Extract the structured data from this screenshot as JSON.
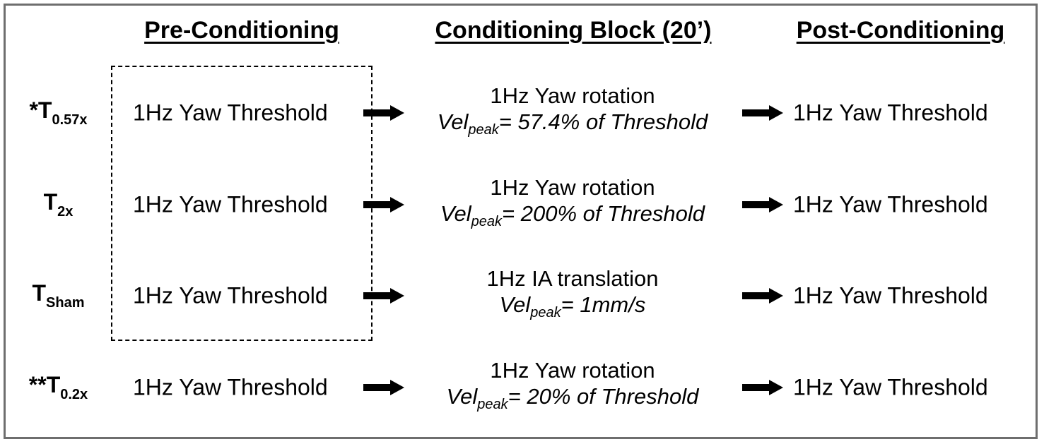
{
  "headers": {
    "pre": "Pre-Conditioning",
    "block": "Conditioning Block (20’)",
    "post": "Post-Conditioning"
  },
  "rows": [
    {
      "cond_prefix": "*T",
      "cond_sub": "0.57x",
      "pre": "1Hz Yaw Threshold",
      "block_line1": "1Hz Yaw rotation",
      "vel_main": "Vel",
      "vel_sub": "peak",
      "vel_rest": "= 57.4% of Threshold",
      "post": "1Hz Yaw Threshold"
    },
    {
      "cond_prefix": "T",
      "cond_sub": "2x",
      "pre": "1Hz Yaw Threshold",
      "block_line1": "1Hz Yaw rotation",
      "vel_main": "Vel",
      "vel_sub": "peak",
      "vel_rest": "= 200% of Threshold",
      "post": "1Hz Yaw Threshold"
    },
    {
      "cond_prefix": "T",
      "cond_sub": "Sham",
      "pre": "1Hz Yaw Threshold",
      "block_line1": "1Hz IA translation",
      "vel_main": "Vel",
      "vel_sub": "peak",
      "vel_rest": "= 1mm/s",
      "post": "1Hz Yaw Threshold"
    },
    {
      "cond_prefix": "**T",
      "cond_sub": "0.2x",
      "pre": "1Hz Yaw Threshold",
      "block_line1": "1Hz Yaw rotation",
      "vel_main": "Vel",
      "vel_sub": "peak",
      "vel_rest": "= 20% of Threshold",
      "post": "1Hz Yaw Threshold"
    }
  ],
  "icons": {
    "arrow": "right-arrow-icon"
  },
  "colors": {
    "frame": "#6e6e6e",
    "text": "#000000"
  }
}
